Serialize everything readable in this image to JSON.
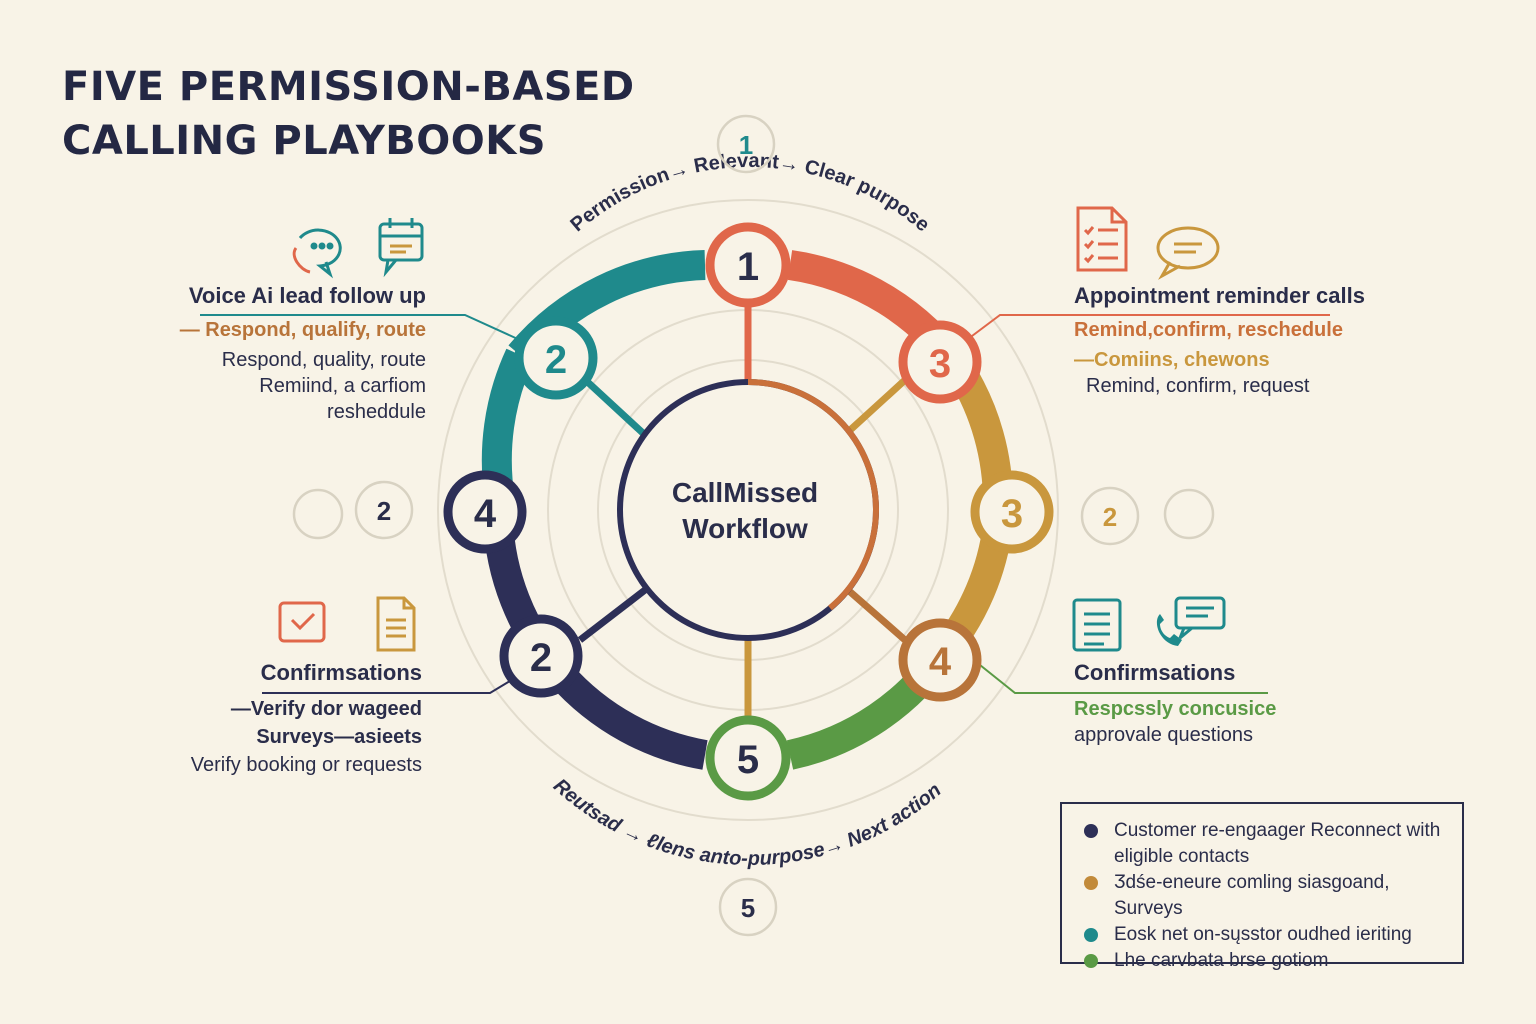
{
  "title": {
    "line1": "FIVE PERMISSION-BASED",
    "line2": "CALLING PLAYBOOKS"
  },
  "center": {
    "line1": "CallMissed",
    "line2": "Workflow"
  },
  "arc_top": {
    "text": "Permission→ Relevant→ Clear purpose"
  },
  "arc_bottom": {
    "text": "Reutsad → ℓlens anto-purpose→ Next action"
  },
  "nodes": {
    "top": "1",
    "upper_left": "2",
    "upper_right": "3",
    "left": "4",
    "right": "3",
    "lower_left": "2",
    "lower_right": "4",
    "bottom": "5"
  },
  "outer_markers": {
    "top": "1",
    "bottom": "5",
    "left": "2",
    "right": "2"
  },
  "panels": {
    "voice": {
      "heading": "Voice Ai lead follow up",
      "accent": "— Respond, qualify, route",
      "line1": "Respond, quality, route",
      "line2": "Remiind, a carfiom",
      "line3": "resheddule"
    },
    "appointment": {
      "heading": "Appointment reminder calls",
      "accent1": "Remind,confirm, reschedule",
      "accent2": "—Comiins, chewons",
      "line1": "Remind, confirm, request"
    },
    "confirm_left": {
      "heading": "Confirmsations",
      "line1": "—Verify dor wageed",
      "line2": "Surveys—asieets",
      "line3": "Verify booking or requests"
    },
    "confirm_right": {
      "heading": "Confirmsations",
      "accent": "Respcssly concusicе",
      "line1": "approvale questions"
    }
  },
  "legend": {
    "items": [
      {
        "text": "Customer re-engaager Reconnect with eligible contacts",
        "color": "#2d2f57"
      },
      {
        "text": "Ӡdśe-eneure comling siasgoand, Surveys",
        "color": "#c28a3a"
      },
      {
        "text": "Eosk net on-sųsstor oudhed ieriting",
        "color": "#1f8a8c"
      },
      {
        "text": "Lhe carvbata brse gotiom",
        "color": "#5a9a45"
      }
    ]
  },
  "colors": {
    "navy": "#2d2f57",
    "teal": "#1f8a8c",
    "orange": "#e0674a",
    "gold": "#c9973d",
    "brown": "#b8743a",
    "green": "#5a9a45"
  },
  "icons": [
    "phone-chat-icon",
    "calendar-chat-icon",
    "checklist-icon",
    "speech-bubble-icon",
    "checkbox-icon",
    "document-icon",
    "document-lines-icon",
    "phone-message-icon"
  ]
}
